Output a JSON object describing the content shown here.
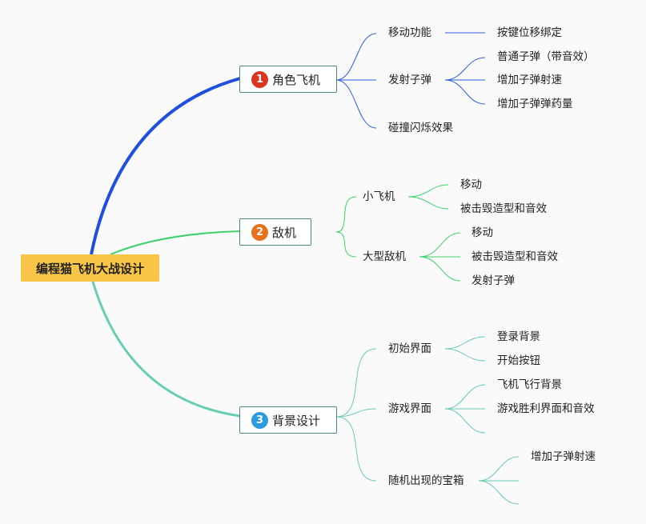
{
  "root": "编程猫飞机大战设计",
  "colors": {
    "branch1": "#1f4fe0",
    "branch2": "#3ed16a",
    "branch3": "#68cdb5",
    "badge1": "#d8361f",
    "badge2": "#e7711b",
    "badge3": "#2e9be0"
  },
  "b1": {
    "num": "1",
    "label": "角色飞机",
    "c1": {
      "label": "移动功能",
      "g1": "按键位移绑定"
    },
    "c2": {
      "label": "发射子弹",
      "g1": "普通子弹（带音效）",
      "g2": "增加子弹射速",
      "g3": "增加子弹弹药量"
    },
    "c3": {
      "label": "碰撞闪烁效果"
    }
  },
  "b2": {
    "num": "2",
    "label": "敌机",
    "c1": {
      "label": "小飞机",
      "g1": "移动",
      "g2": "被击毁造型和音效"
    },
    "c2": {
      "label": "大型敌机",
      "g1": "移动",
      "g2": "被击毁造型和音效",
      "g3": "发射子弹"
    }
  },
  "b3": {
    "num": "3",
    "label": "背景设计",
    "c1": {
      "label": "初始界面",
      "g1": "登录背景",
      "g2": "开始按钮"
    },
    "c2": {
      "label": "游戏界面",
      "g1": "飞机飞行背景",
      "g2": "游戏胜利界面和音效",
      "g3": ""
    },
    "c3": {
      "label": "随机出现的宝箱",
      "g1": "增加子弹射速",
      "g2": "",
      "g3": ""
    }
  }
}
